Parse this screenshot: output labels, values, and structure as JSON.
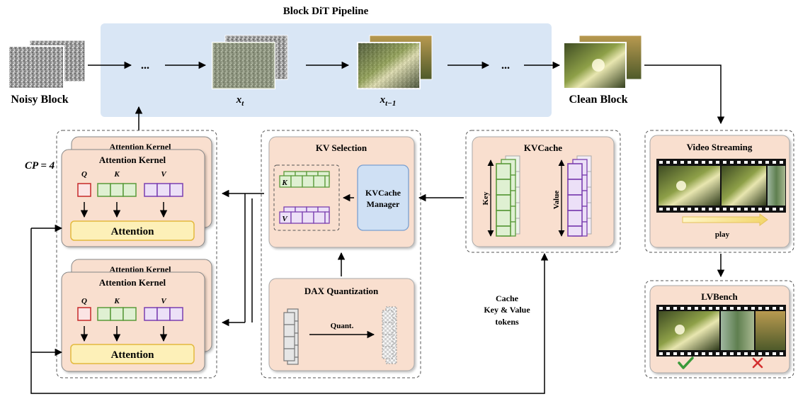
{
  "title": "Block DiT Pipeline",
  "pipeline": {
    "noisy_label": "Noisy Block",
    "clean_label": "Clean Block",
    "ellipsis": "...",
    "xt_base": "x",
    "xt_sub": "t",
    "xt1_base": "x",
    "xt1_sub": "t−1"
  },
  "cp_label": "CP = 4",
  "attention": {
    "kernel_title": "Attention Kernel",
    "q": "Q",
    "k": "K",
    "v": "V",
    "attention_label": "Attention"
  },
  "kv_selection": {
    "title": "KV Selection",
    "k": "K",
    "v": "V",
    "manager_line1": "KVCache",
    "manager_line2": "Manager"
  },
  "dax": {
    "title": "DAX Quantization",
    "quant_label": "Quant."
  },
  "kvcache": {
    "title": "KVCache",
    "key_label": "Key",
    "value_label": "Value"
  },
  "cache_text": [
    "Cache",
    "Key & Value",
    "tokens"
  ],
  "video_streaming": {
    "title": "Video Streaming",
    "play_label": "play"
  },
  "lvbench": {
    "title": "LVBench",
    "check_icon": "check-icon",
    "cross_icon": "cross-icon"
  },
  "colors": {
    "pipeline_bg": "#d9e6f5",
    "panel_bg": "#f9dfcf",
    "q_color": "#c62828",
    "k_color": "#5a9a3a",
    "v_color": "#7b3fb0",
    "attention_bg": "#fdf0b8",
    "manager_bg": "#cfe0f4",
    "check": "#3a9a3a",
    "cross": "#d32f2f"
  }
}
